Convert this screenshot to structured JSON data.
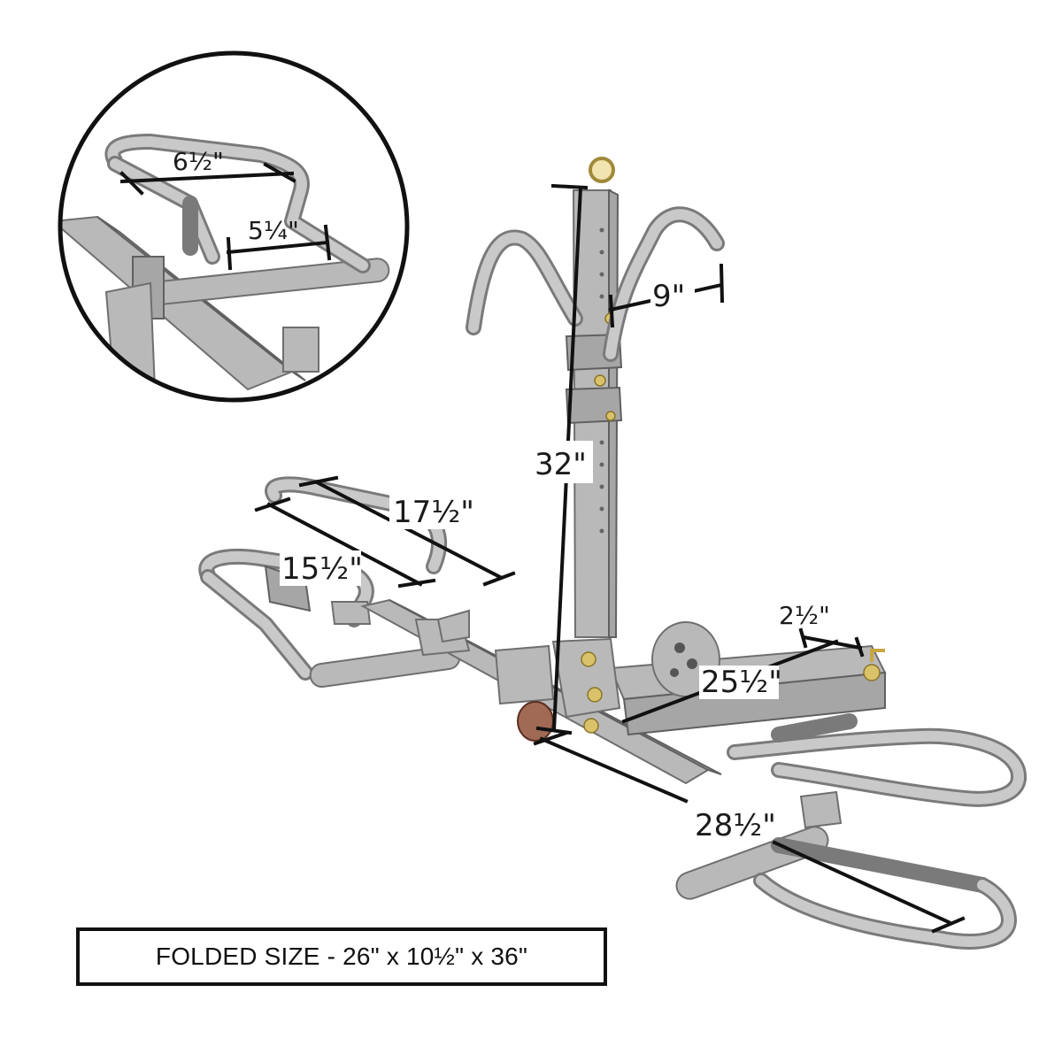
{
  "dimensions": {
    "basket_top_width": "6½\"",
    "basket_inner_width": "5¼\"",
    "arm_spacing": "9\"",
    "mast_height": "32\"",
    "tray_outer_length": "17½\"",
    "tray_inner_length": "15½\"",
    "hitch_bar_width": "2½\"",
    "hitch_length": "25½\"",
    "base_length": "28½\""
  },
  "folded_size": "FOLDED SIZE - 26\" x 10½\" x 36\"",
  "colors": {
    "metal": "#7a7a7a",
    "metal_highlight": "#c9c9c9",
    "tube": "#b9b9b9",
    "dimension_line": "#111111",
    "hardware": "#d9c26a",
    "background": "#ffffff"
  },
  "icons": [
    "bike-rack-illustration",
    "detail-inset-circle",
    "measurement-line"
  ]
}
